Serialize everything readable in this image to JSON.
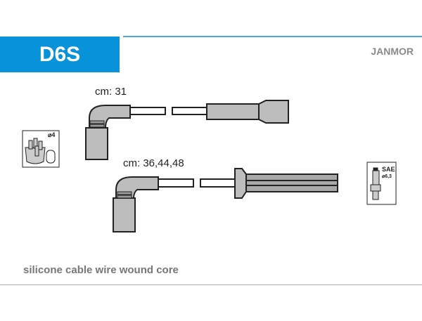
{
  "header": {
    "code": "D6S",
    "brand": "JANMOR",
    "accent_color": "#0792d9"
  },
  "cables": [
    {
      "length_label": "cm: 31"
    },
    {
      "length_label": "cm: 36,44,48"
    }
  ],
  "icons": {
    "distributor": {
      "name": "distributor-cap-icon",
      "diameter_label": "⌀4"
    },
    "spark_plug": {
      "name": "spark-plug-icon",
      "type_label": "SAE",
      "diameter_label": "⌀6,3"
    }
  },
  "footer": {
    "description": "silicone cable wire wound core"
  }
}
